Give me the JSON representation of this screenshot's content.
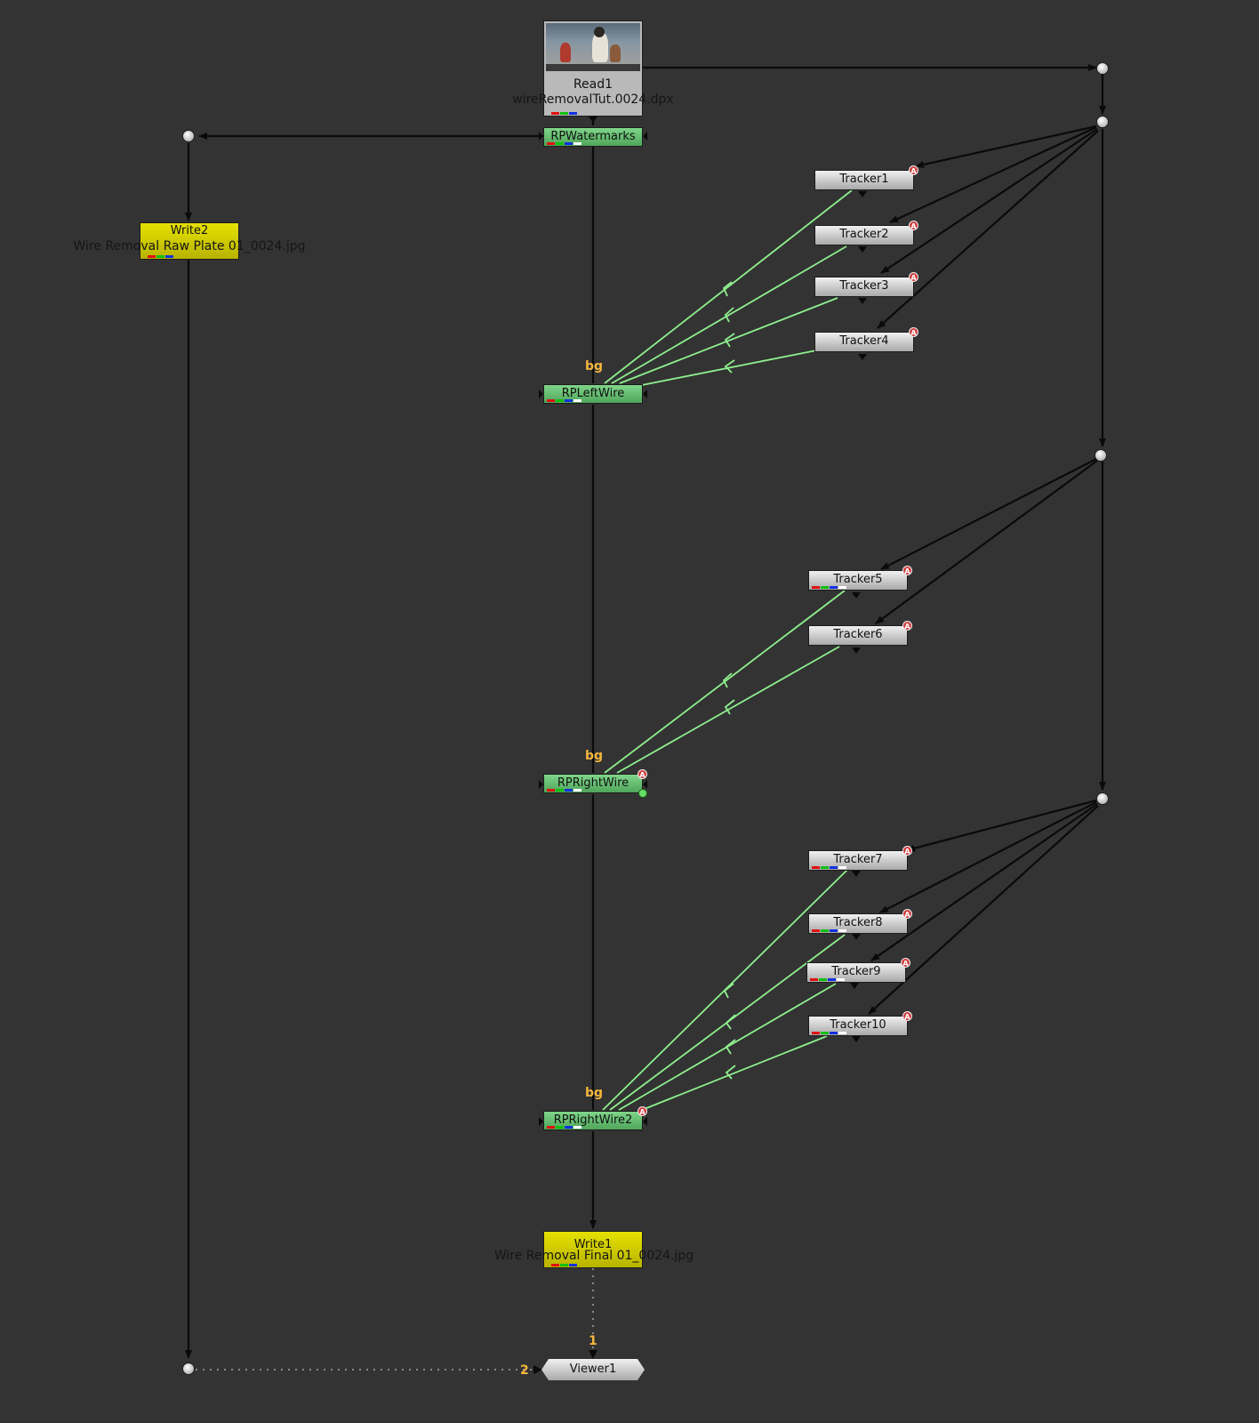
{
  "nodes": {
    "read1": {
      "name": "Read1",
      "file": "wireRemovalTut.0024.dpx"
    },
    "rp_watermarks": {
      "name": "RPWatermarks"
    },
    "write2": {
      "name": "Write2",
      "file": "Wire Removal Raw Plate 01_0024.jpg"
    },
    "trackers": [
      "Tracker1",
      "Tracker2",
      "Tracker3",
      "Tracker4",
      "Tracker5",
      "Tracker6",
      "Tracker7",
      "Tracker8",
      "Tracker9",
      "Tracker10"
    ],
    "rp_left_wire": {
      "name": "RPLeftWire",
      "input_label": "bg"
    },
    "rp_right_wire": {
      "name": "RPRightWire",
      "input_label": "bg"
    },
    "rp_right_wire2": {
      "name": "RPRightWire2",
      "input_label": "bg"
    },
    "write1": {
      "name": "Write1",
      "file": "Wire Removal Final 01_0024.jpg"
    },
    "viewer1": {
      "name": "Viewer1",
      "input1": "1",
      "input2": "2"
    }
  },
  "badge_text": "A",
  "colors": {
    "background": "#333333",
    "pipe": "#0a0a0a",
    "expression_link": "#8ef08e",
    "input_label": "#f4b63e",
    "roto_node": "#5fbf6b",
    "write_node": "#d7d200",
    "tracker_node": "#c9c9c9"
  }
}
